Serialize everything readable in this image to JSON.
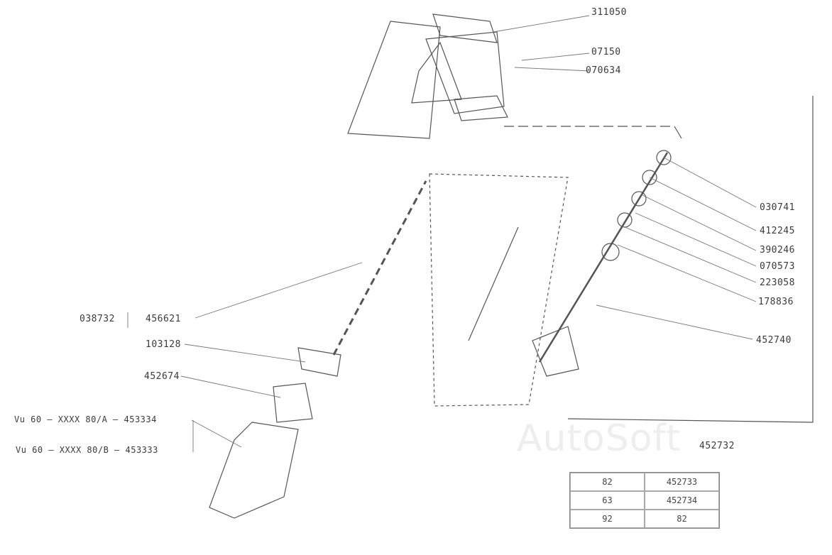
{
  "diagram": {
    "watermark": "AutoSoft",
    "callouts_top": [
      "311050",
      "07150",
      "070634"
    ],
    "callouts_right": [
      "030741",
      "412245",
      "390246",
      "070573",
      "223058",
      "178836",
      "452740"
    ],
    "callouts_left": [
      "038732",
      "456621",
      "103128",
      "452674"
    ],
    "variant_labels": [
      "Vu 60 – XXXX 80/A – 453334",
      "Vu 60 – XXXX 80/B – 453333"
    ],
    "assembly_ref": "452732",
    "table": [
      "82",
      "452733",
      "63",
      "452734",
      "92",
      "82"
    ]
  }
}
